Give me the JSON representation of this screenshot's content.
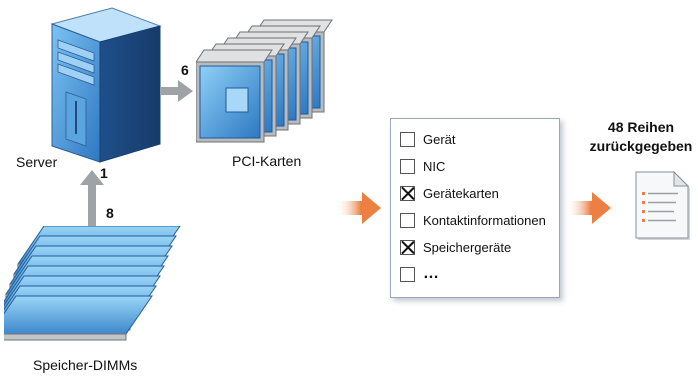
{
  "server": {
    "label": "Server",
    "count": "1"
  },
  "pci": {
    "label": "PCI-Karten",
    "count": "6"
  },
  "dimm": {
    "label": "Speicher-DIMMs",
    "count": "8"
  },
  "selection": {
    "items": [
      {
        "label": "Gerät",
        "checked": false
      },
      {
        "label": "NIC",
        "checked": false
      },
      {
        "label": "Gerätekarten",
        "checked": true
      },
      {
        "label": "Kontaktinformationen",
        "checked": false
      },
      {
        "label": "Speichergeräte",
        "checked": true
      },
      {
        "label": "…",
        "checked": false
      }
    ]
  },
  "result": {
    "line1": "48 Reihen",
    "line2": "zurückgegeben"
  },
  "colors": {
    "arrow_gray": "#9ea3a8",
    "arrow_orange": "#ec8043",
    "chip_blue": "#3b8fd0",
    "panel_border": "#9aa7b6"
  }
}
